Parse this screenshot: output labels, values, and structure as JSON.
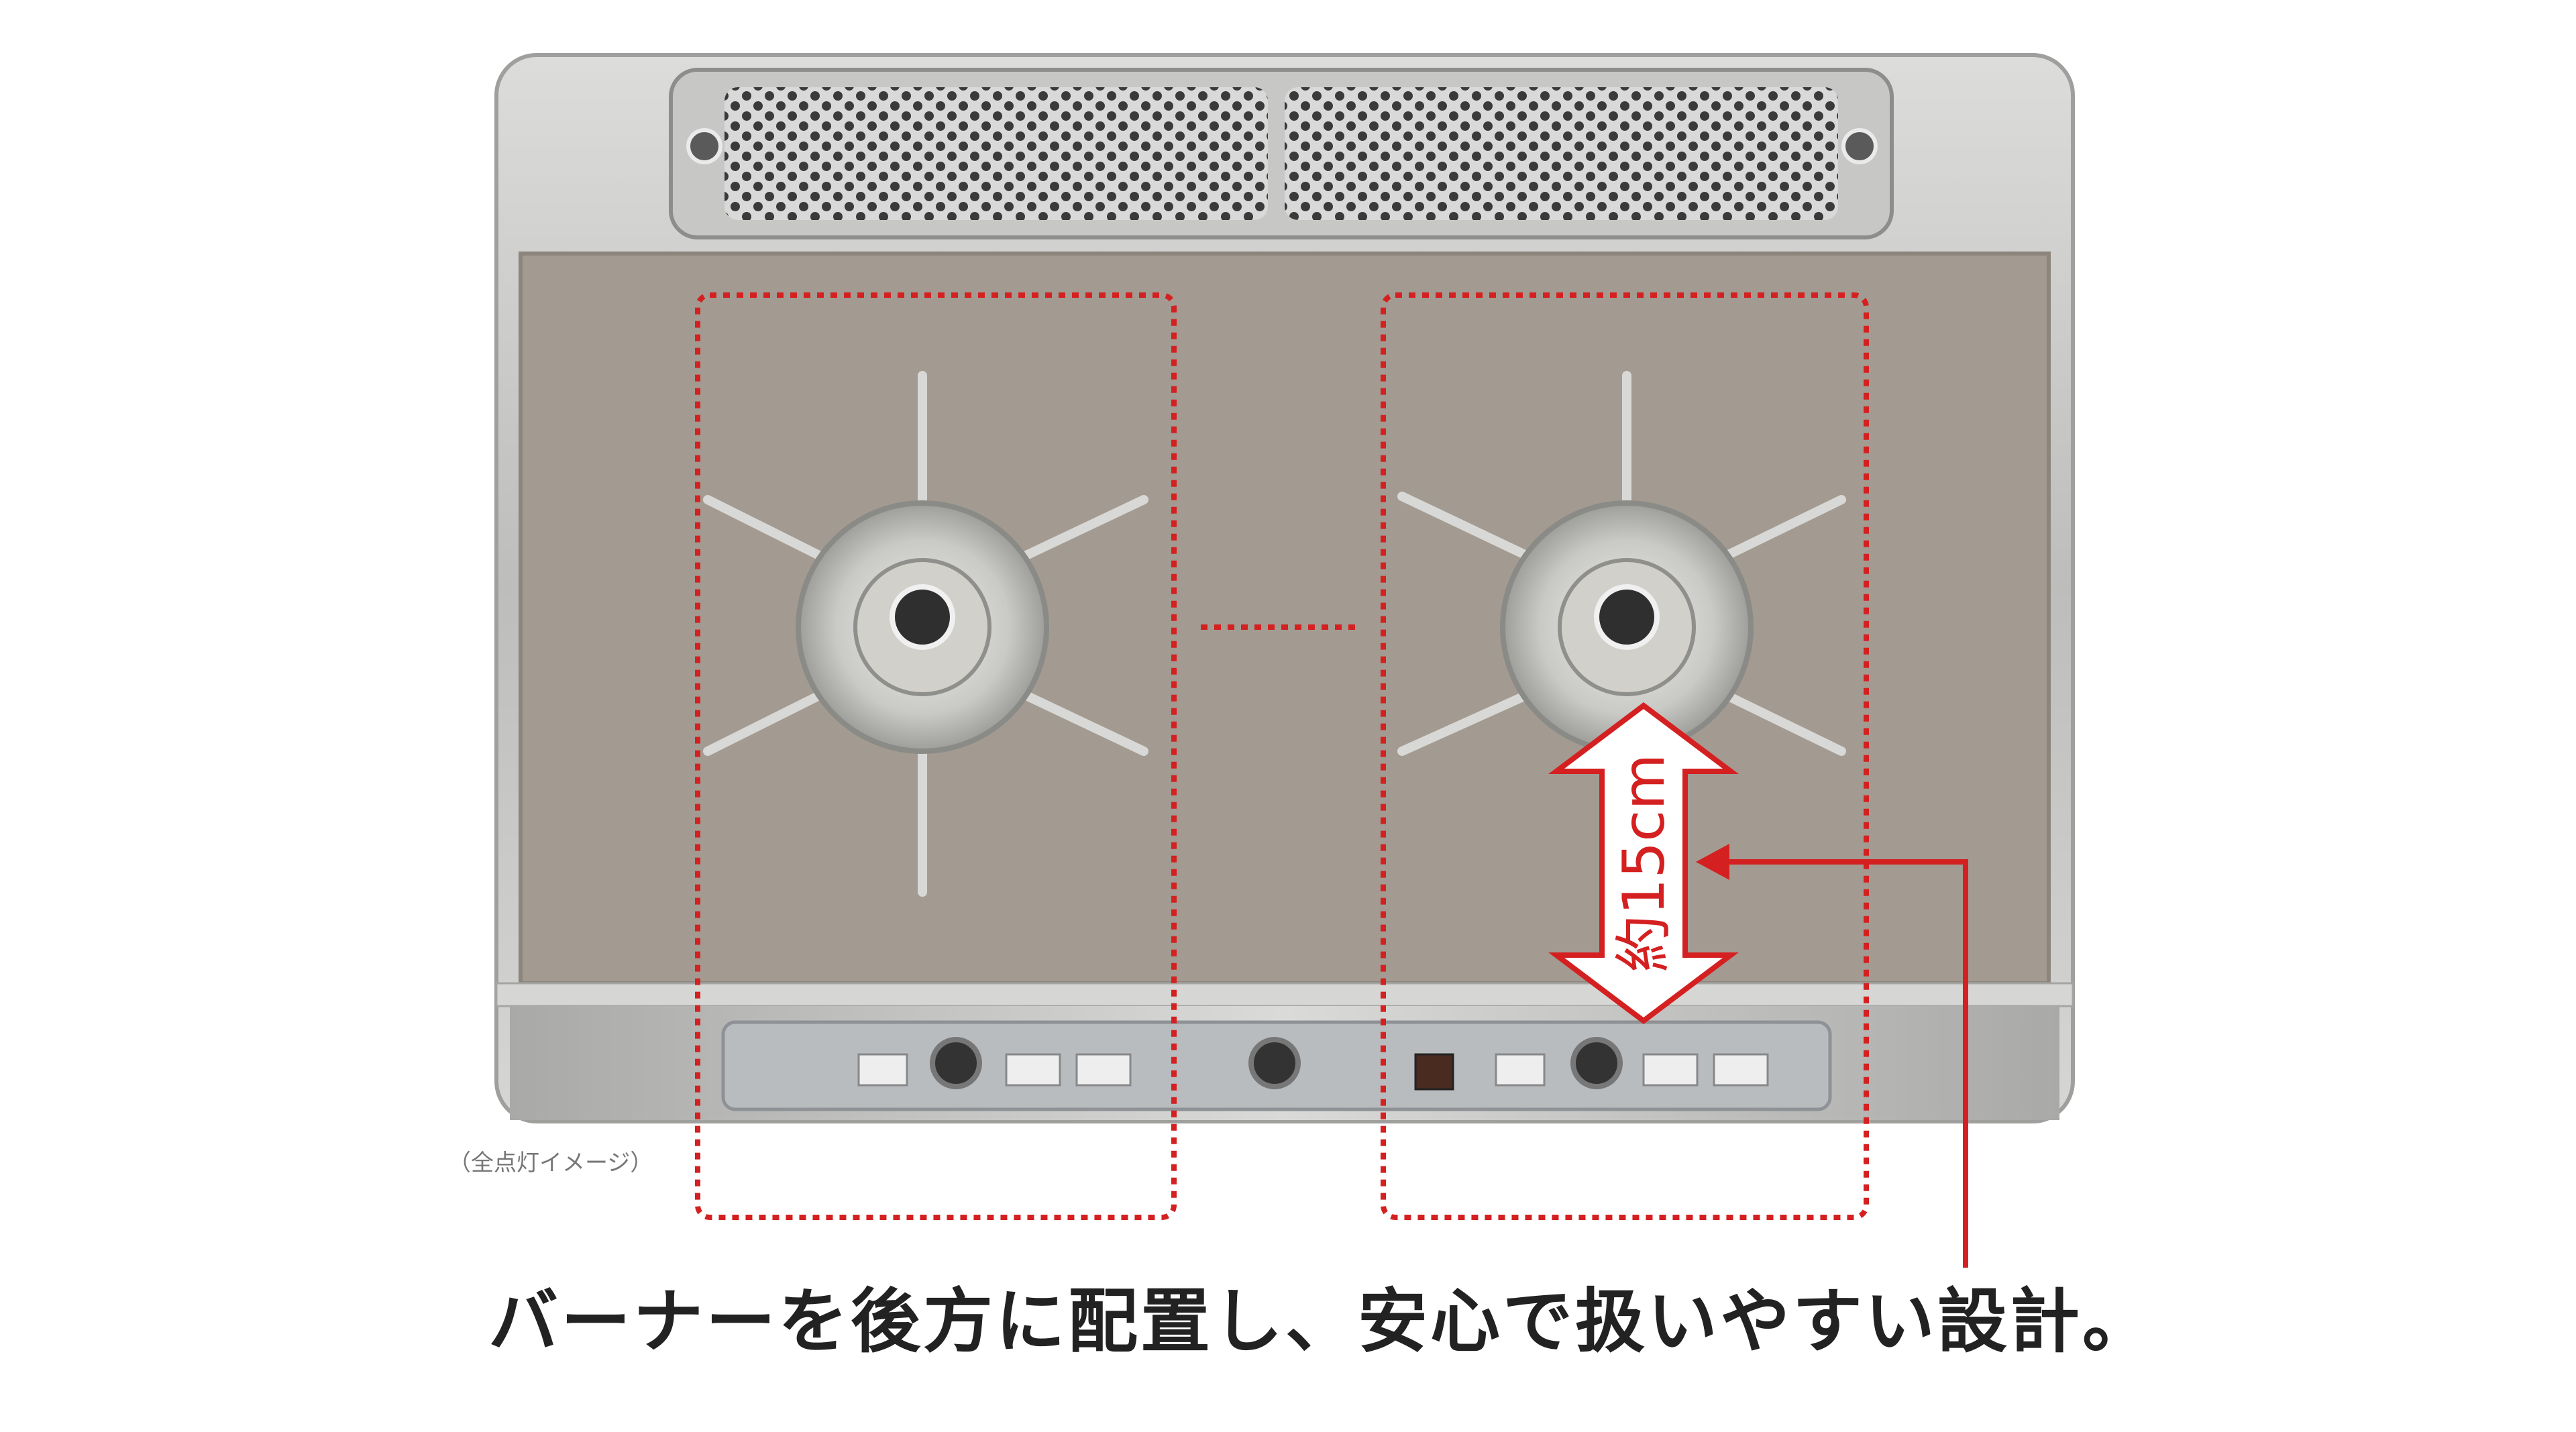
{
  "image_note": "（全点灯イメージ）",
  "distance_label": "約15cm",
  "caption": "バーナーを後方に配置し、安心で扱いやすい設計。",
  "colors": {
    "accent_red": "#d42020",
    "cooktop_top": "#a39b91",
    "frame_steel": "#c9c9c7",
    "control_panel": "#b9bcbf"
  }
}
